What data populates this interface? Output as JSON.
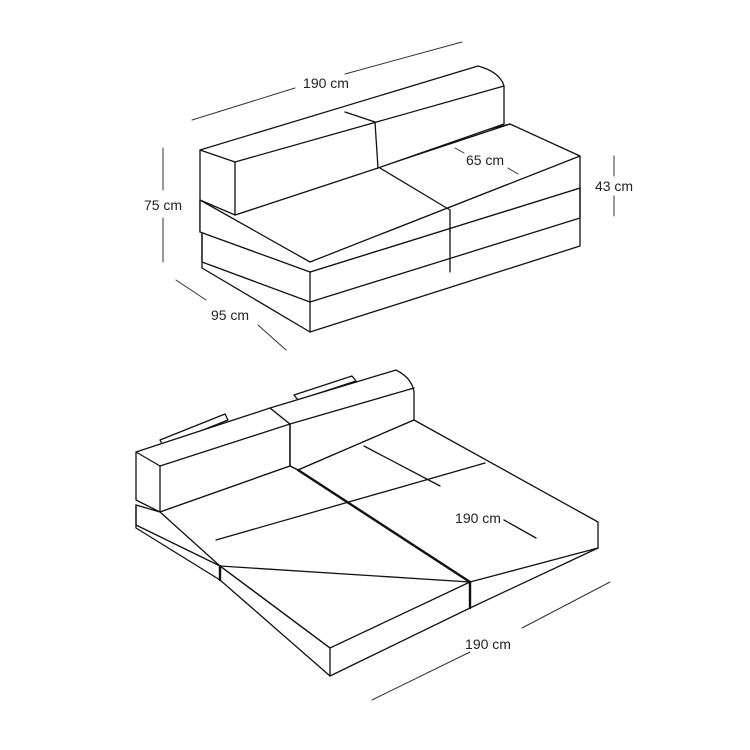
{
  "sofa": {
    "width_label": "190 cm",
    "height_label": "75 cm",
    "depth_label": "95 cm",
    "seat_depth_label": "65 cm",
    "seat_height_label": "43 cm"
  },
  "bed": {
    "length_label": "190 cm",
    "width_label": "190 cm"
  }
}
